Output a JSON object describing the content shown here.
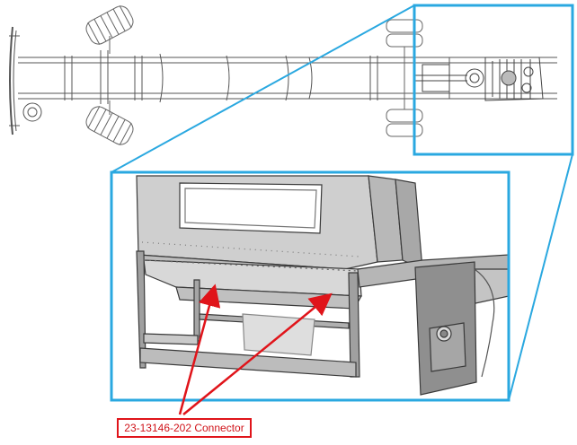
{
  "callout": {
    "label": "23-13146-202 Connector",
    "color": "#e0141a"
  },
  "colors": {
    "zoom_frame": "#2aa8e0",
    "line_art": "#555555",
    "render_fill": "#c9c9c9",
    "render_dark": "#8d8d8d"
  },
  "views": {
    "overview": "truck chassis top view",
    "detail": "cab frame detail with connector location"
  }
}
